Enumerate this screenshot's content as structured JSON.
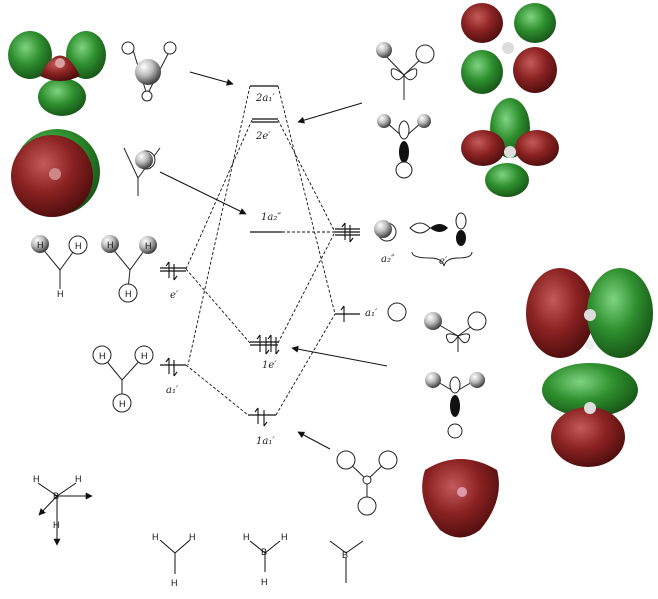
{
  "levels": {
    "a2": "2a₁′",
    "e2": "2e′",
    "a2pp": "1a₂″",
    "e1": "1e′",
    "a1": "1a₁′"
  },
  "h3_labels": {
    "e": "e′",
    "a1": "a₁′"
  },
  "b_labels": {
    "a2pp": "a₂″",
    "e": "e′",
    "a1": "a₁′"
  },
  "atom_labels": {
    "H": "H",
    "B": "B"
  },
  "colors": {
    "red_lobe": "#7c1d1d",
    "green_lobe": "#2e8f2e",
    "line": "#111111"
  }
}
